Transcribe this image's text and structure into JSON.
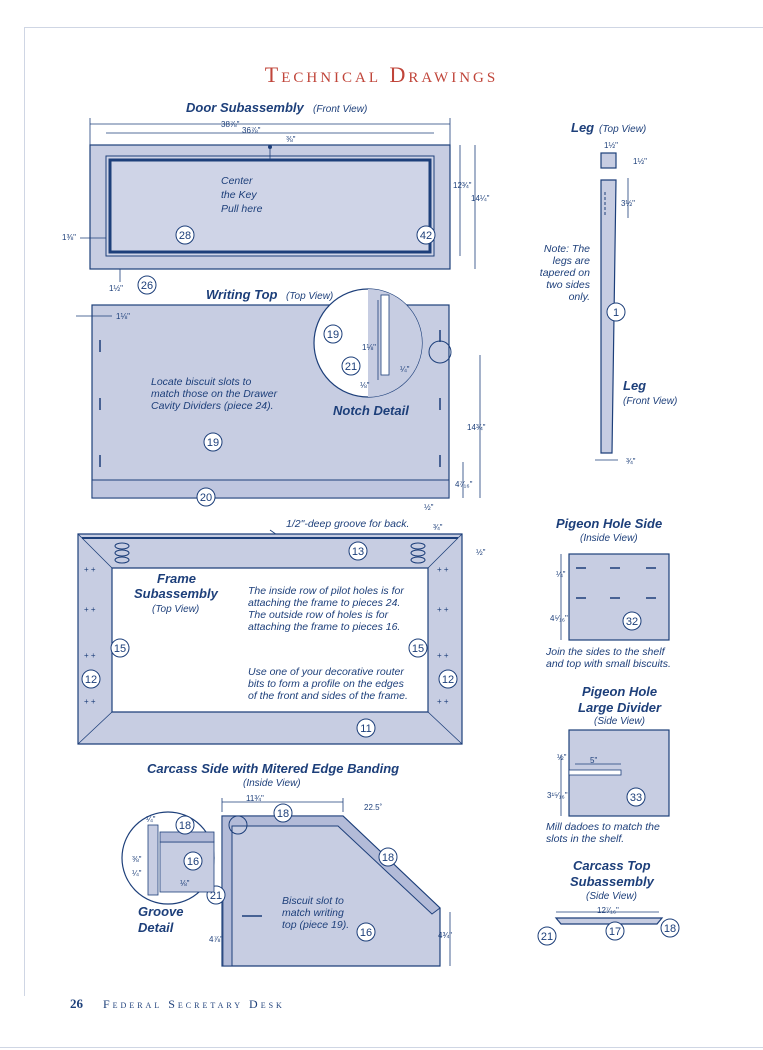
{
  "page_title": "Technical Drawings",
  "footer": {
    "page_number": "26",
    "book_title": "Federal Secretary Desk"
  },
  "door": {
    "heading": "Door Subassembly",
    "view": "(Front View)",
    "dims": [
      "38⅞\"",
      "36⅞\"",
      "⅜\"",
      "12¾\"",
      "14¼\"",
      "1⅜\"",
      "1½\""
    ],
    "note": [
      "Center",
      "the Key",
      "Pull here"
    ],
    "parts": [
      "28",
      "42",
      "26"
    ]
  },
  "leg_top": {
    "heading": "Leg",
    "view": "(Top View)",
    "dims": [
      "1½\"",
      "1½\"",
      "3½\""
    ]
  },
  "leg_note": [
    "Note: The",
    "legs are",
    "tapered on",
    "two sides",
    "only."
  ],
  "leg_front": {
    "heading": "Leg",
    "view": "(Front View)",
    "dims": [
      "¾\""
    ],
    "parts": [
      "1"
    ]
  },
  "writing_top": {
    "heading": "Writing Top",
    "view": "(Top View)",
    "dims": [
      "1⅛\"",
      "14¾\"",
      "4⁷⁄₁₆\"",
      "½\""
    ],
    "note": [
      "Locate biscuit slots to",
      "match those on the Drawer",
      "Cavity Dividers (piece 24)."
    ],
    "parts": [
      "19",
      "20"
    ]
  },
  "notch_detail": {
    "heading": "Notch Detail",
    "dims": [
      "1⅛\"",
      "¼\"",
      "⅛\""
    ],
    "parts": [
      "19",
      "21"
    ]
  },
  "frame": {
    "groove_note": "1/2\"-deep groove for back.",
    "dims": [
      "¾\"",
      "½\""
    ],
    "heading": [
      "Frame",
      "Subassembly"
    ],
    "view": "(Top View)",
    "note1": [
      "The inside row of pilot holes is for",
      "attaching the frame to pieces 24.",
      "The outside row of holes is for",
      "attaching the frame to pieces 16."
    ],
    "note2": [
      "Use one of your decorative router",
      "bits to form a profile on the edges",
      "of the front and sides of the frame."
    ],
    "parts": [
      "13",
      "15",
      "15",
      "12",
      "12",
      "11"
    ]
  },
  "pigeon_side": {
    "heading": "Pigeon Hole Side",
    "view": "(Inside View)",
    "dims": [
      "¼\"",
      "4⁵⁄₁₆\""
    ],
    "note": [
      "Join the sides to the shelf",
      "and top with small biscuits."
    ],
    "parts": [
      "32"
    ]
  },
  "pigeon_divider": {
    "heading": [
      "Pigeon Hole",
      "Large Divider"
    ],
    "view": "(Side View)",
    "dims": [
      "½\"",
      "5\"",
      "3¹⁵⁄₁₆\""
    ],
    "note": [
      "Mill dadoes to match the",
      "slots in the shelf."
    ],
    "parts": [
      "33"
    ]
  },
  "carcass_side": {
    "heading": "Carcass Side with Mitered Edge Banding",
    "view": "(Inside View)",
    "dims": [
      "11¾\"",
      "22.5˚",
      "4⅞\"",
      "4¾\""
    ],
    "note": [
      "Biscuit slot to",
      "match writing",
      "top (piece 19)."
    ],
    "parts": [
      "18",
      "18",
      "21",
      "16"
    ]
  },
  "groove_detail": {
    "heading": [
      "Groove",
      "Detail"
    ],
    "dims": [
      "¼\"",
      "⅜\"",
      "¼\"",
      "⅛\""
    ],
    "parts": [
      "18",
      "16",
      "21"
    ]
  },
  "carcass_top": {
    "heading": [
      "Carcass Top",
      "Subassembly"
    ],
    "view": "(Side View)",
    "dims": [
      "12⁷⁄₁₆\""
    ],
    "parts": [
      "21",
      "17",
      "18"
    ]
  },
  "colors": {
    "ink": "#1d3f7a",
    "panel": "#c7cde2",
    "title": "#c0453a"
  }
}
